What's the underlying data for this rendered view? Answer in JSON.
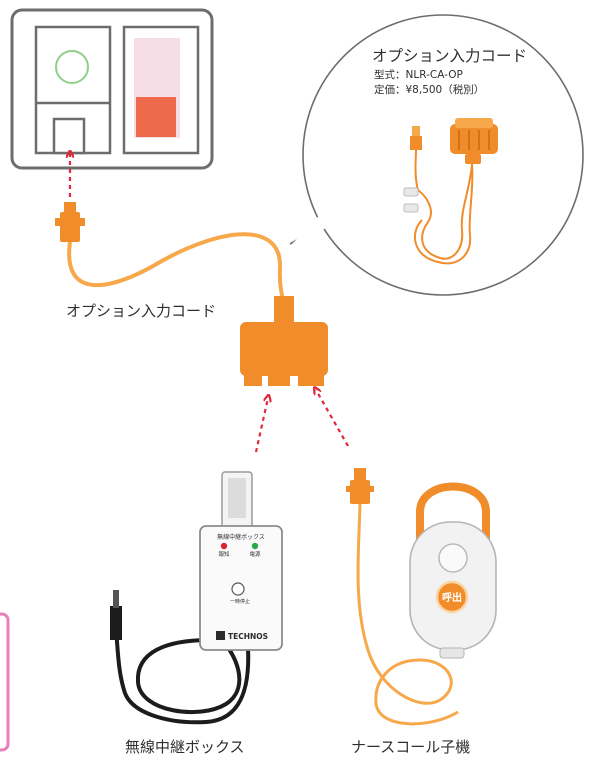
{
  "labels": {
    "cord": "オプション入力コード",
    "relay_box": "無線中継ボックス",
    "nurse_handset": "ナースコール子機"
  },
  "bubble": {
    "title": "オプション入力コード",
    "model": "型式：NLR-CA-OP",
    "price": "定価：¥8,500（税別）"
  },
  "relay_box": {
    "title": "無線中継ボックス",
    "led1": "報知",
    "led2": "電源",
    "button": "一時停止",
    "brand": "TECHNOS"
  },
  "handset": {
    "call_button": "呼出"
  },
  "colors": {
    "orange": "#f08c2a",
    "orange_light": "#f6a84a",
    "arrow_red": "#e0283a",
    "pink_panel": "#f7dde6",
    "pink_block": "#ee6a4a",
    "green_circle": "#8fd08a",
    "frame_gray": "#6d6d6d",
    "side_pink": "#e97fbd"
  }
}
